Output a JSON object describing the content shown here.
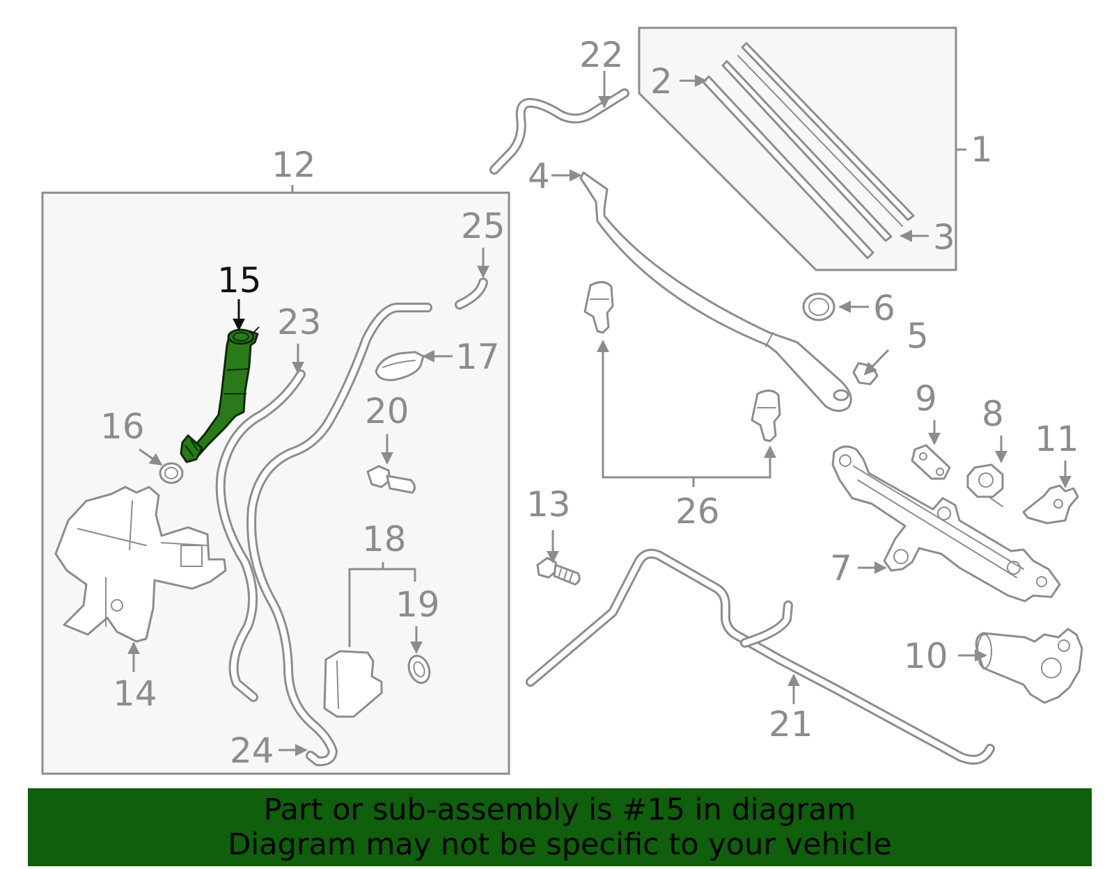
{
  "diagram": {
    "highlighted_part": "15",
    "labels": {
      "l1": "1",
      "l2": "2",
      "l3": "3",
      "l4": "4",
      "l5": "5",
      "l6": "6",
      "l7": "7",
      "l8": "8",
      "l9": "9",
      "l10": "10",
      "l11": "11",
      "l12": "12",
      "l13": "13",
      "l14": "14",
      "l15": "15",
      "l16": "16",
      "l17": "17",
      "l18": "18",
      "l19": "19",
      "l20": "20",
      "l21": "21",
      "l22": "22",
      "l23": "23",
      "l24": "24",
      "l25": "25",
      "l26": "26"
    },
    "colors": {
      "line": "#8c8c8c",
      "panel": "#f7f7f7",
      "highlight_fill": "#2a7a1a",
      "highlight_stroke": "#0a2a06",
      "banner_bg": "#0f5f0c",
      "banner_text": "#000000"
    }
  },
  "banner": {
    "line1": "Part or sub-assembly is #15 in diagram",
    "line2": "Diagram may not be specific to your vehicle"
  }
}
